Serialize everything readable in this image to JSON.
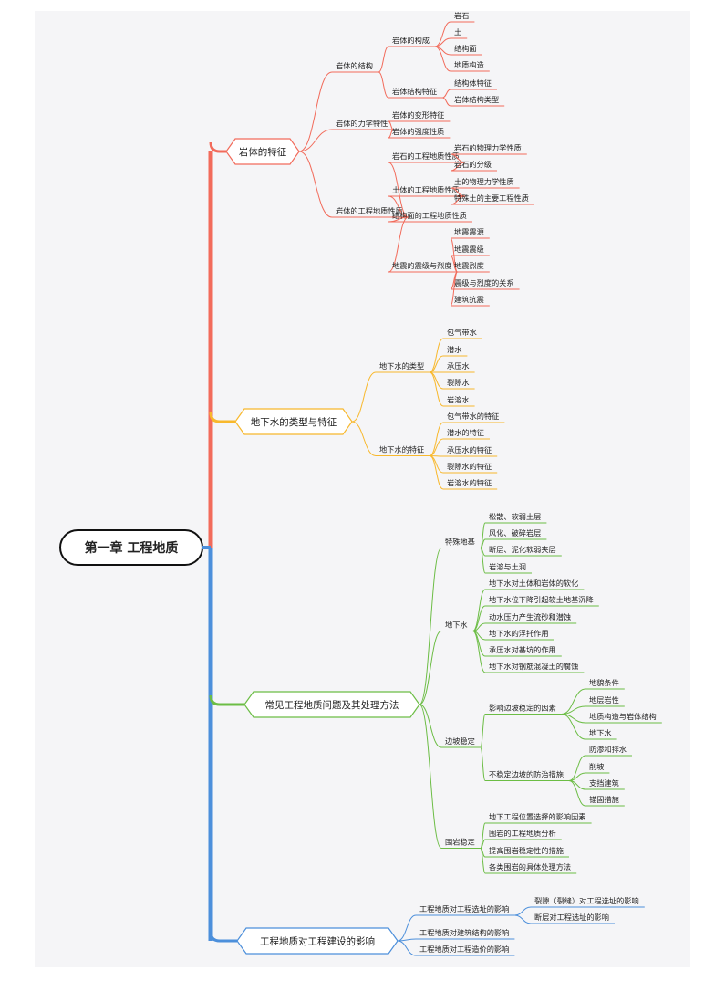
{
  "root": {
    "label": "第一章  工程地质"
  },
  "colors": {
    "b1": "#f26b5b",
    "b2": "#f8b82c",
    "b3": "#6cbd45",
    "b4": "#4c8fdb",
    "rootText": "#111111"
  },
  "branches": [
    {
      "color": "#f26b5b",
      "label": "岩体的特征",
      "children": [
        {
          "label": "岩体的结构",
          "children": [
            {
              "label": "岩体的构成",
              "children": [
                {
                  "label": "岩石"
                },
                {
                  "label": "土"
                },
                {
                  "label": "结构面"
                },
                {
                  "label": "地质构造"
                }
              ]
            },
            {
              "label": "岩体结构特征",
              "children": [
                {
                  "label": "结构体特征"
                },
                {
                  "label": "岩体结构类型"
                }
              ]
            }
          ]
        },
        {
          "label": "岩体的力学特性",
          "children": [
            {
              "label": "岩体的变形特征"
            },
            {
              "label": "岩体的强度性质"
            }
          ]
        },
        {
          "label": "岩体的工程地质性质",
          "children": [
            {
              "label": "岩石的工程地质性质",
              "children": [
                {
                  "label": "岩石的物理力学性质"
                },
                {
                  "label": "岩石的分级"
                }
              ]
            },
            {
              "label": "土体的工程地质性质",
              "children": [
                {
                  "label": "土的物理力学性质"
                },
                {
                  "label": "特殊土的主要工程性质"
                }
              ]
            },
            {
              "label": "结构面的工程地质性质"
            },
            {
              "label": "地震的震级与烈度",
              "children": [
                {
                  "label": "地震震源"
                },
                {
                  "label": "地震震级"
                },
                {
                  "label": "地震烈度"
                },
                {
                  "label": "震级与烈度的关系"
                },
                {
                  "label": "建筑抗震"
                }
              ]
            }
          ]
        }
      ]
    },
    {
      "color": "#f8b82c",
      "label": "地下水的类型与特征",
      "children": [
        {
          "label": "地下水的类型",
          "children": [
            {
              "label": "包气带水"
            },
            {
              "label": "潜水"
            },
            {
              "label": "承压水"
            },
            {
              "label": "裂隙水"
            },
            {
              "label": "岩溶水"
            }
          ]
        },
        {
          "label": "地下水的特征",
          "children": [
            {
              "label": "包气带水的特征"
            },
            {
              "label": "潜水的特征"
            },
            {
              "label": "承压水的特征"
            },
            {
              "label": "裂隙水的特征"
            },
            {
              "label": "岩溶水的特征"
            }
          ]
        }
      ]
    },
    {
      "color": "#6cbd45",
      "label": "常见工程地质问题及其处理方法",
      "children": [
        {
          "label": "特殊地基",
          "children": [
            {
              "label": "松散、软弱土层"
            },
            {
              "label": "风化、破碎岩层"
            },
            {
              "label": "断层、泥化软弱夹层"
            },
            {
              "label": "岩溶与土洞"
            }
          ]
        },
        {
          "label": "地下水",
          "children": [
            {
              "label": "地下水对土体和岩体的软化"
            },
            {
              "label": "地下水位下降引起软土地基沉降"
            },
            {
              "label": "动水压力产生流砂和潜蚀"
            },
            {
              "label": "地下水的浮托作用"
            },
            {
              "label": "承压水对基坑的作用"
            },
            {
              "label": "地下水对钢筋混凝土的腐蚀"
            }
          ]
        },
        {
          "label": "边坡稳定",
          "children": [
            {
              "label": "影响边坡稳定的因素",
              "children": [
                {
                  "label": "地貌条件"
                },
                {
                  "label": "地层岩性"
                },
                {
                  "label": "地质构造与岩体结构"
                },
                {
                  "label": "地下水"
                }
              ]
            },
            {
              "label": "不稳定边坡的防治措施",
              "children": [
                {
                  "label": "防渗和排水"
                },
                {
                  "label": "削坡"
                },
                {
                  "label": "支挡建筑"
                },
                {
                  "label": "锚固措施"
                }
              ]
            }
          ]
        },
        {
          "label": "围岩稳定",
          "children": [
            {
              "label": "地下工程位置选择的影响因素"
            },
            {
              "label": "围岩的工程地质分析"
            },
            {
              "label": "提高围岩稳定性的措施"
            },
            {
              "label": "各类围岩的具体处理方法"
            }
          ]
        }
      ]
    },
    {
      "color": "#4c8fdb",
      "label": "工程地质对工程建设的影响",
      "children": [
        {
          "label": "工程地质对工程选址的影响",
          "children": [
            {
              "label": "裂隙（裂缝）对工程选址的影响"
            },
            {
              "label": "断层对工程选址的影响"
            }
          ]
        },
        {
          "label": "工程地质对建筑结构的影响"
        },
        {
          "label": "工程地质对工程造价的影响"
        }
      ]
    }
  ]
}
